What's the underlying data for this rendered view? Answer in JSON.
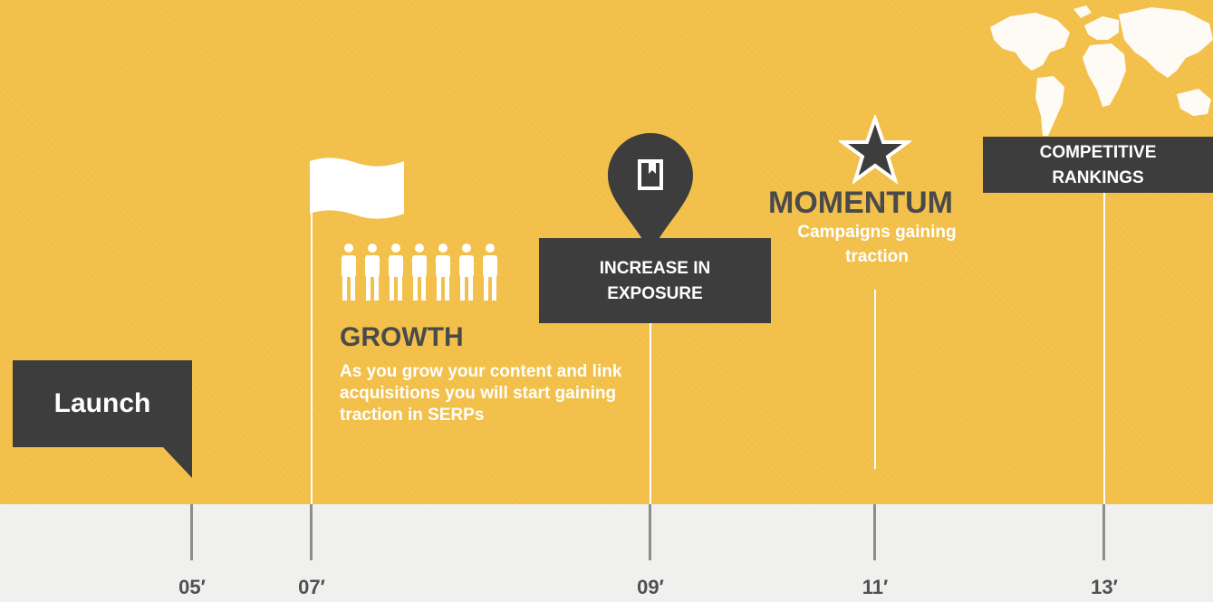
{
  "timeline": {
    "years": [
      "05′",
      "07′",
      "09′",
      "11′",
      "13′"
    ]
  },
  "milestones": {
    "launch": {
      "label": "Launch"
    },
    "growth": {
      "title": "GROWTH",
      "description": "As you grow your content and link acquisitions you will start gaining traction in SERPs",
      "icons": [
        "flag-icon",
        "people-icon"
      ]
    },
    "exposure": {
      "label_line1": "INCREASE IN",
      "label_line2": "EXPOSURE",
      "icon": "book-pin-icon"
    },
    "momentum": {
      "title": "MOMENTUM",
      "desc_line1": "Campaigns gaining",
      "desc_line2": "traction",
      "icon": "star-icon"
    },
    "competitive": {
      "label_line1": "COMPETITIVE",
      "label_line2": "RANKINGS",
      "icon": "world-map-icon"
    }
  },
  "colors": {
    "background_top": "#f2bf48",
    "background_bottom": "#f0f0ef",
    "dark_box": "#3d3d3d",
    "title_text": "#4a4a4a",
    "white": "#ffffff"
  }
}
